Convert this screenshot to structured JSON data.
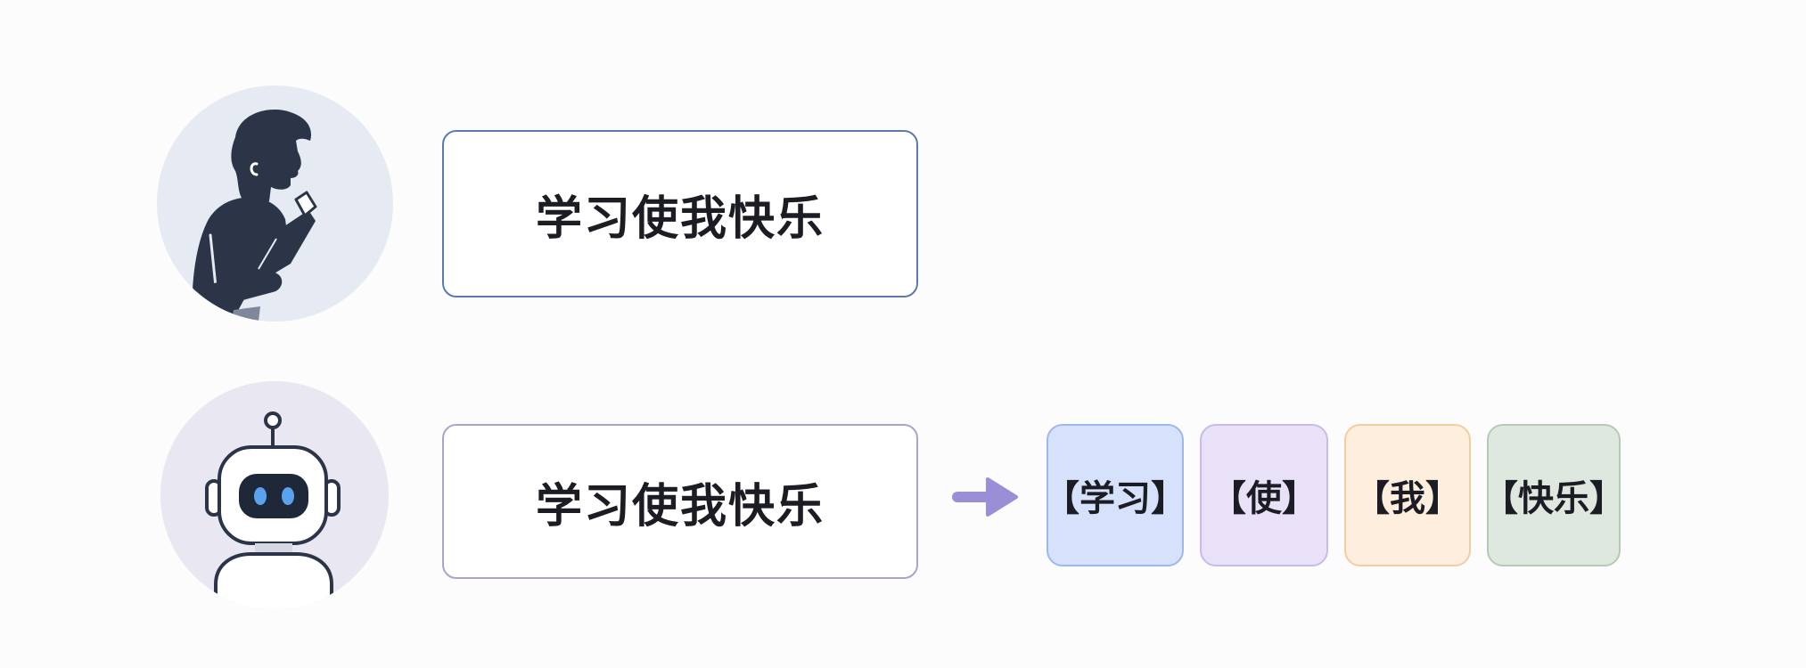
{
  "human": {
    "icon": "person-reading-icon",
    "sentence": "学习使我快乐"
  },
  "robot": {
    "icon": "robot-icon",
    "sentence": "学习使我快乐"
  },
  "arrow_icon": "arrow-right-icon",
  "tokens": [
    {
      "label": "【学习】",
      "color": "#d6e2fb"
    },
    {
      "label": "【使】",
      "color": "#e9e1f7"
    },
    {
      "label": "【我】",
      "color": "#fdeede"
    },
    {
      "label": "【快乐】",
      "color": "#dfe8df"
    }
  ]
}
